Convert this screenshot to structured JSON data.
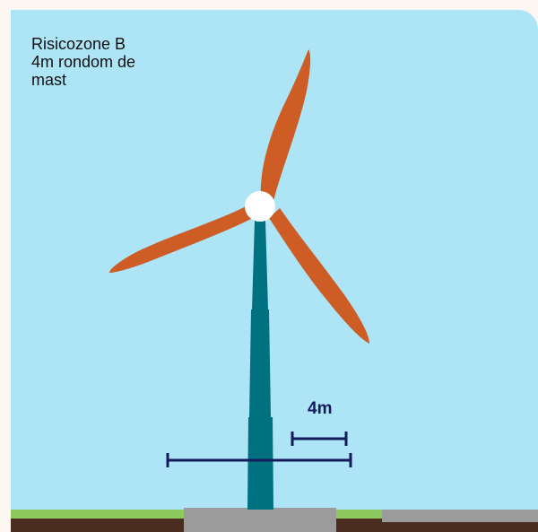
{
  "caption": {
    "line1": "Risicozone B",
    "line2": "4m rondom de",
    "line3": "mast"
  },
  "measure": {
    "label": "4m"
  },
  "colors": {
    "sky": "#ade4f6",
    "mast": "#00717f",
    "blade": "#cd5d25",
    "hub": "#ffffff",
    "measure": "#141a5c",
    "grass": "#8dc95e",
    "soil": "#4a2d1e",
    "foundation": "#9b9b9b"
  },
  "icons": {
    "turbine": "wind-turbine-icon"
  }
}
